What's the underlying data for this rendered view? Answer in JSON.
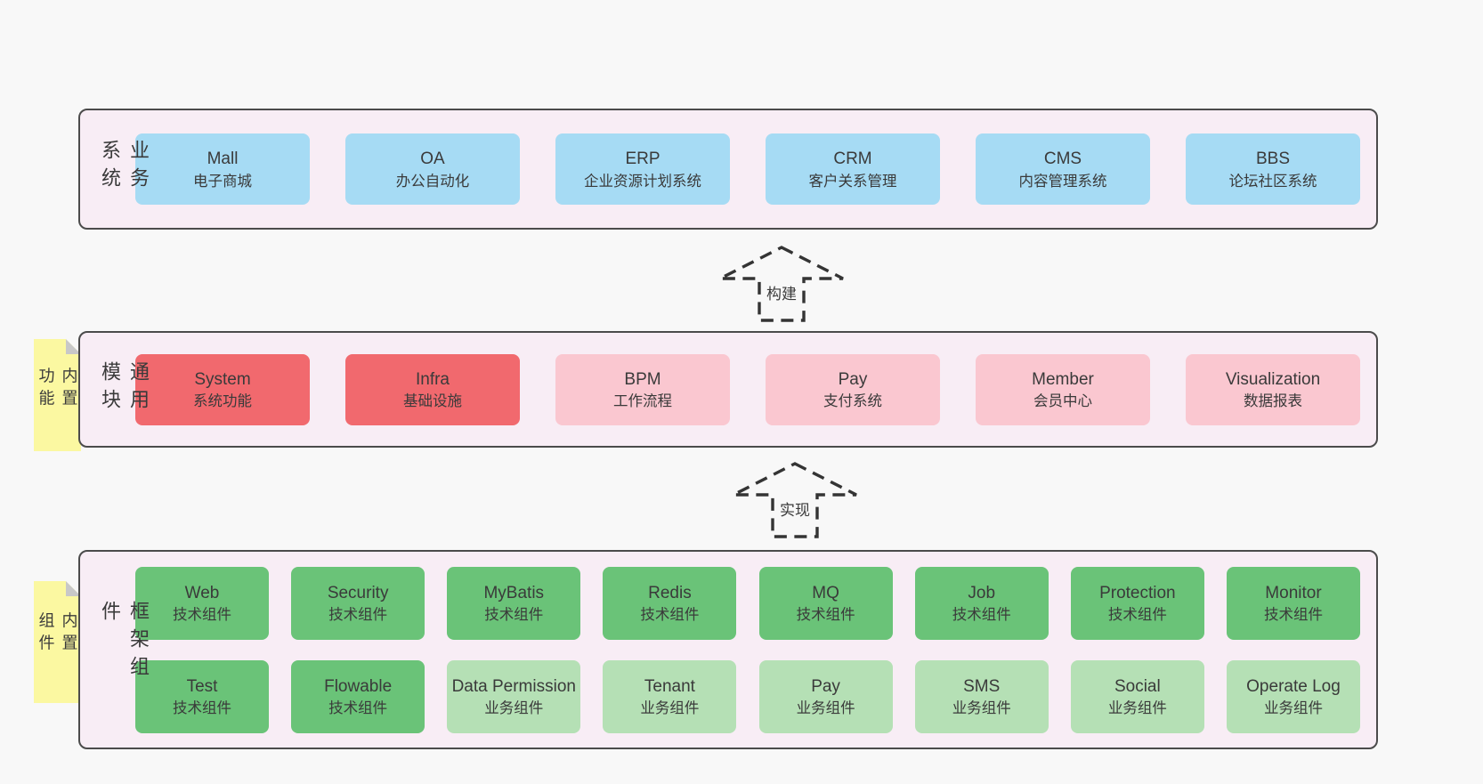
{
  "colors": {
    "page_background": "#f8f8f8",
    "panel_background": "#f8edf5",
    "panel_border": "#4b4b4b",
    "box_blue": "#a6dbf4",
    "box_red": "#f1696e",
    "box_pink": "#fac7d0",
    "box_green_dark": "#6ac378",
    "box_green_light": "#b5e0b5",
    "sticky_yellow": "#fbf8a1",
    "sticky_fold": "#c8c8c8",
    "arrow_dash": "#343434",
    "text": "#3a3a3a"
  },
  "arrows": {
    "build": "构建",
    "implement": "实现"
  },
  "layers": {
    "business": {
      "label": "业务系统",
      "boxes": [
        {
          "title": "Mall",
          "subtitle": "电子商城"
        },
        {
          "title": "OA",
          "subtitle": "办公自动化"
        },
        {
          "title": "ERP",
          "subtitle": "企业资源计划系统"
        },
        {
          "title": "CRM",
          "subtitle": "客户关系管理"
        },
        {
          "title": "CMS",
          "subtitle": "内容管理系统"
        },
        {
          "title": "BBS",
          "subtitle": "论坛社区系统"
        }
      ]
    },
    "modules": {
      "label": "通用模块",
      "sticky": "内置功能",
      "boxes": [
        {
          "title": "System",
          "subtitle": "系统功能",
          "variant": "red"
        },
        {
          "title": "Infra",
          "subtitle": "基础设施",
          "variant": "red"
        },
        {
          "title": "BPM",
          "subtitle": "工作流程",
          "variant": "pink"
        },
        {
          "title": "Pay",
          "subtitle": "支付系统",
          "variant": "pink"
        },
        {
          "title": "Member",
          "subtitle": "会员中心",
          "variant": "pink"
        },
        {
          "title": "Visualization",
          "subtitle": "数据报表",
          "variant": "pink"
        }
      ]
    },
    "framework": {
      "label": "框架组件",
      "sticky": "内置组件",
      "row1": [
        {
          "title": "Web",
          "subtitle": "技术组件",
          "variant": "green-dark"
        },
        {
          "title": "Security",
          "subtitle": "技术组件",
          "variant": "green-dark"
        },
        {
          "title": "MyBatis",
          "subtitle": "技术组件",
          "variant": "green-dark"
        },
        {
          "title": "Redis",
          "subtitle": "技术组件",
          "variant": "green-dark"
        },
        {
          "title": "MQ",
          "subtitle": "技术组件",
          "variant": "green-dark"
        },
        {
          "title": "Job",
          "subtitle": "技术组件",
          "variant": "green-dark"
        },
        {
          "title": "Protection",
          "subtitle": "技术组件",
          "variant": "green-dark"
        },
        {
          "title": "Monitor",
          "subtitle": "技术组件",
          "variant": "green-dark"
        }
      ],
      "row2": [
        {
          "title": "Test",
          "subtitle": "技术组件",
          "variant": "green-dark"
        },
        {
          "title": "Flowable",
          "subtitle": "技术组件",
          "variant": "green-dark"
        },
        {
          "title": "Data Permission",
          "subtitle": "业务组件",
          "variant": "green-light"
        },
        {
          "title": "Tenant",
          "subtitle": "业务组件",
          "variant": "green-light"
        },
        {
          "title": "Pay",
          "subtitle": "业务组件",
          "variant": "green-light"
        },
        {
          "title": "SMS",
          "subtitle": "业务组件",
          "variant": "green-light"
        },
        {
          "title": "Social",
          "subtitle": "业务组件",
          "variant": "green-light"
        },
        {
          "title": "Operate Log",
          "subtitle": "业务组件",
          "variant": "green-light"
        }
      ]
    }
  }
}
